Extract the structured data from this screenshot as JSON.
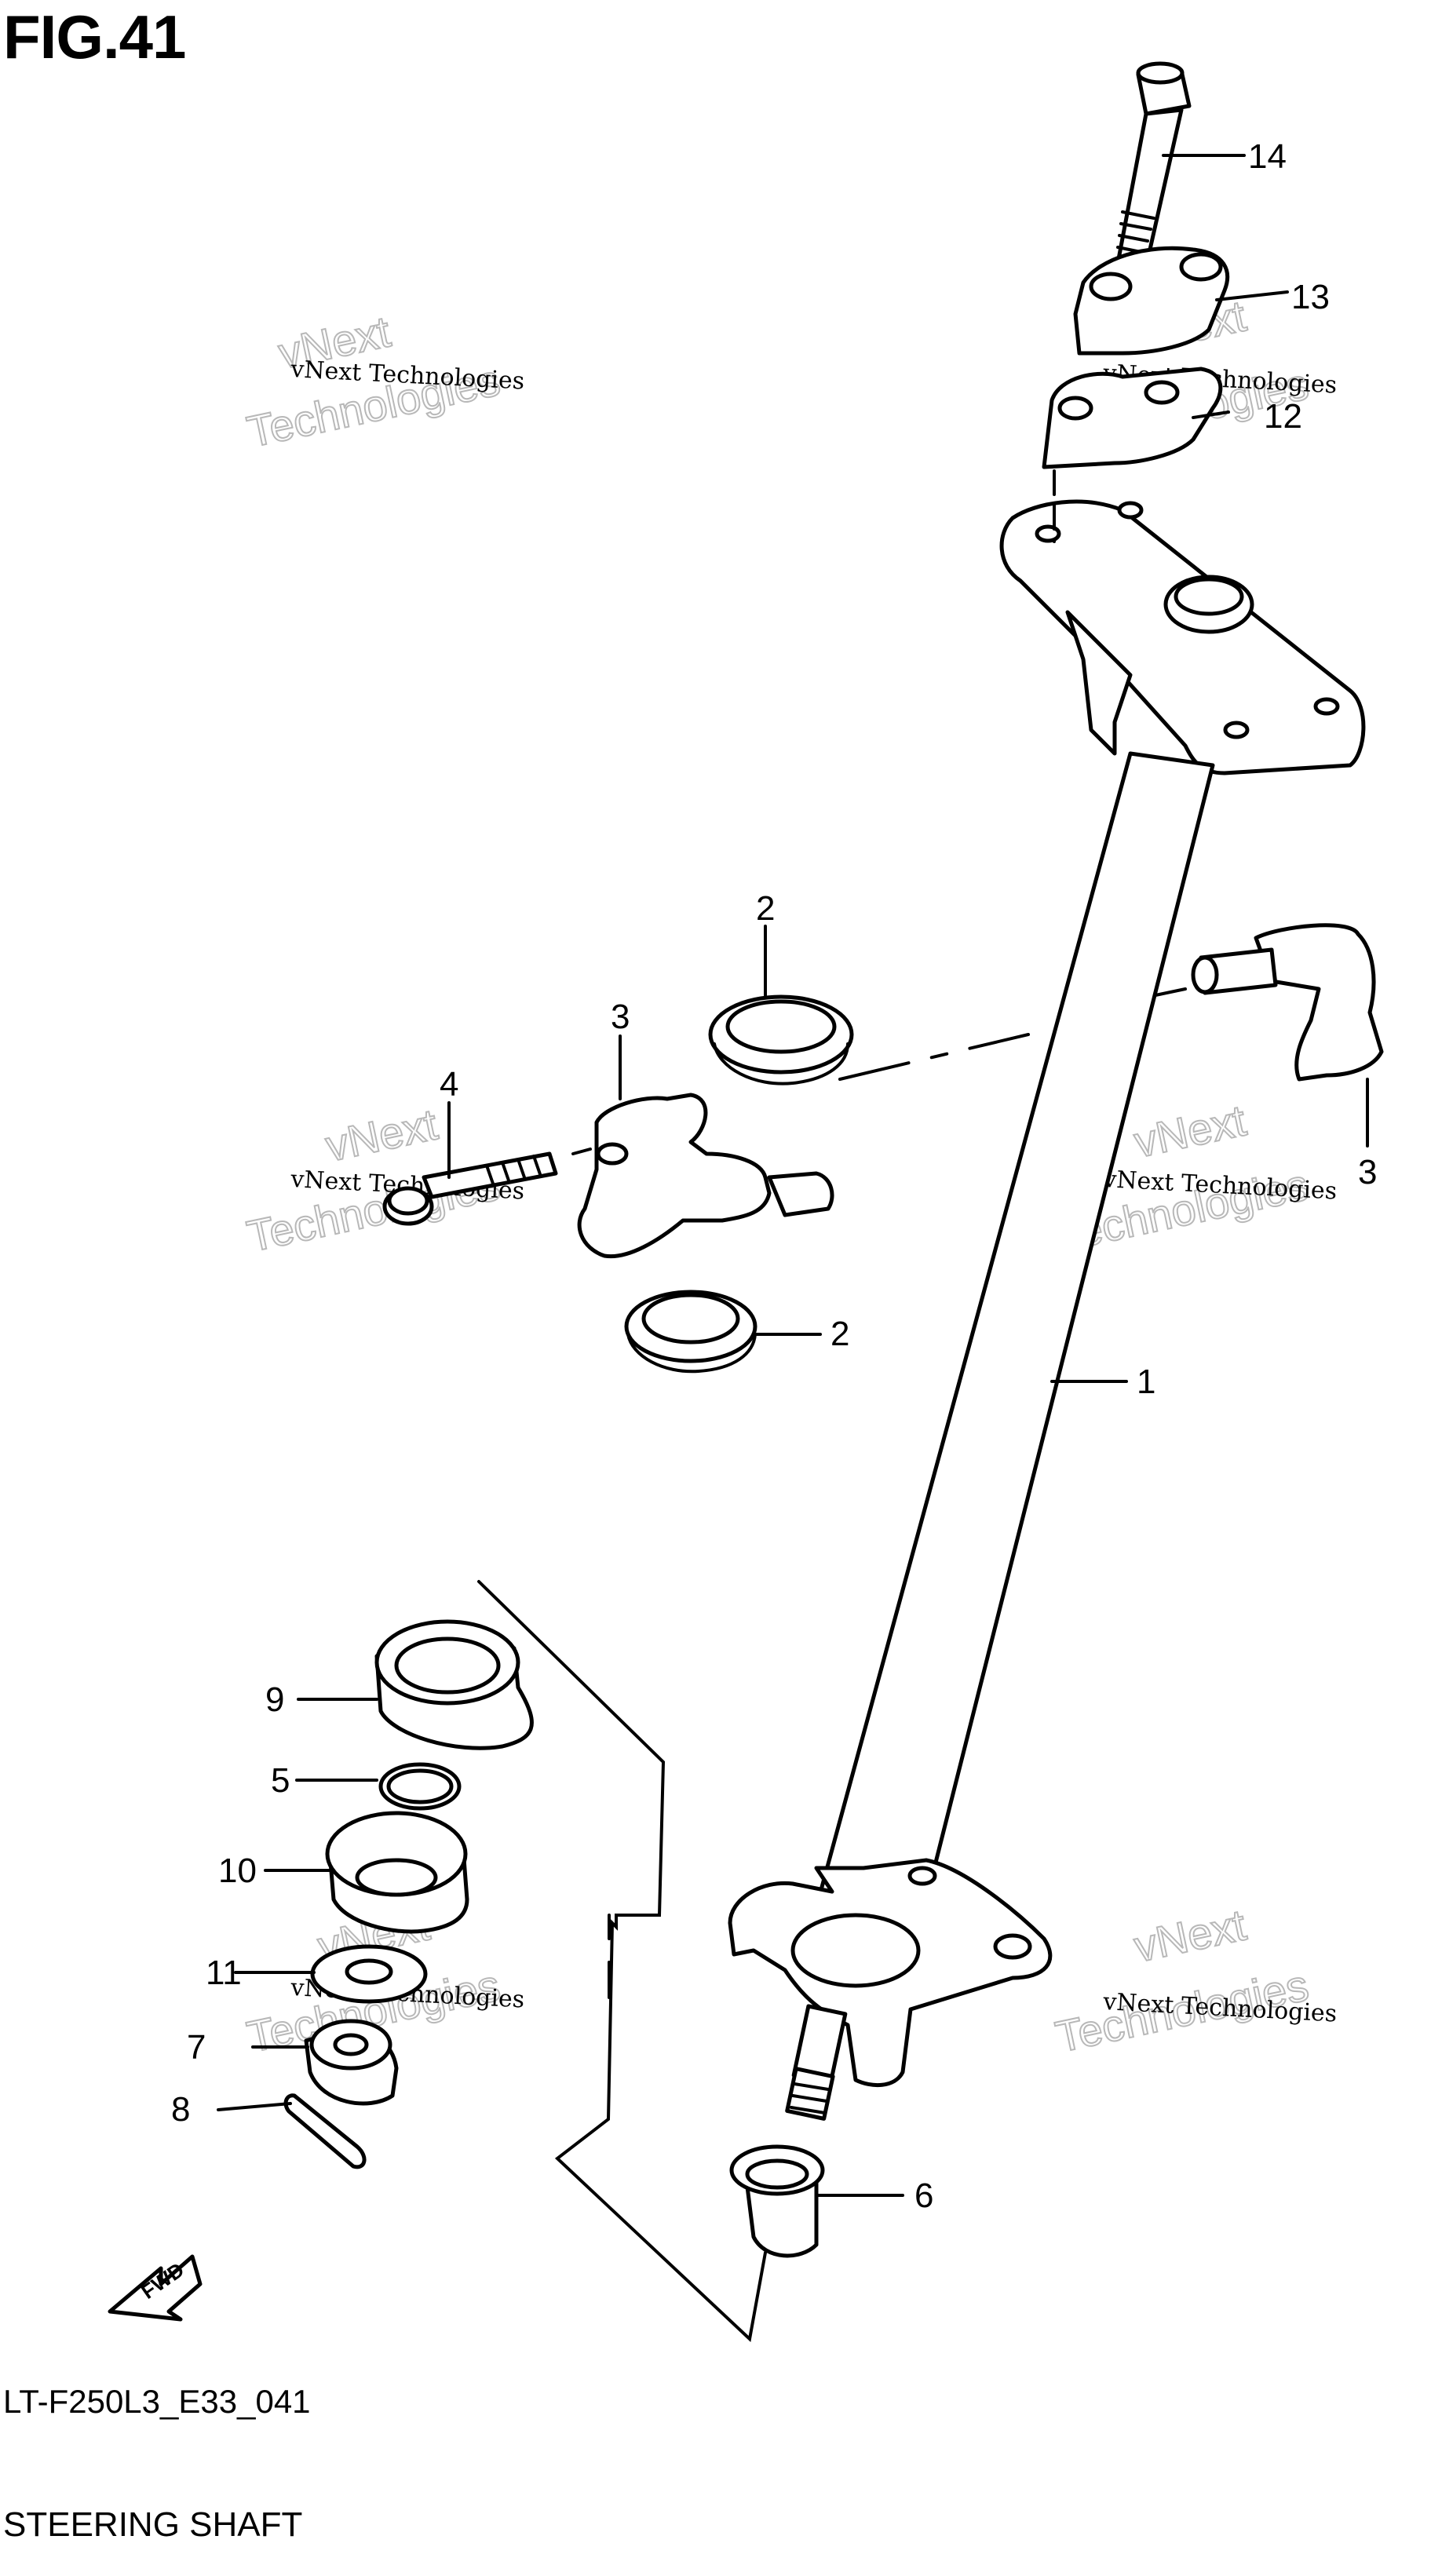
{
  "figure": {
    "title": "FIG.41",
    "code": "LT-F250L3_E33_041",
    "name": "STEERING SHAFT"
  },
  "callouts": [
    {
      "id": "c1",
      "label": "1"
    },
    {
      "id": "c2a",
      "label": "2"
    },
    {
      "id": "c2b",
      "label": "2"
    },
    {
      "id": "c3a",
      "label": "3"
    },
    {
      "id": "c3b",
      "label": "3"
    },
    {
      "id": "c4",
      "label": "4"
    },
    {
      "id": "c5",
      "label": "5"
    },
    {
      "id": "c6",
      "label": "6"
    },
    {
      "id": "c7",
      "label": "7"
    },
    {
      "id": "c8",
      "label": "8"
    },
    {
      "id": "c9",
      "label": "9"
    },
    {
      "id": "c10",
      "label": "10"
    },
    {
      "id": "c11",
      "label": "11"
    },
    {
      "id": "c12",
      "label": "12"
    },
    {
      "id": "c13",
      "label": "13"
    },
    {
      "id": "c14",
      "label": "14"
    }
  ],
  "watermark": {
    "small": "vNext Technologies",
    "large_top": "vNext",
    "large_bottom": "Technologies"
  },
  "fwd_label": "FWD"
}
